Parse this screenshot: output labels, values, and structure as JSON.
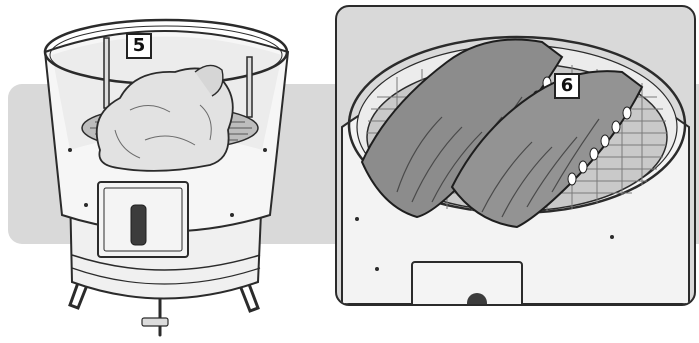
{
  "steps": [
    {
      "number": "5",
      "content": "whole-chicken-on-grill-grate"
    },
    {
      "number": "6",
      "content": "two-rib-racks-on-top-grill-grate"
    }
  ],
  "colors": {
    "background_band": "#d9d9d9",
    "outline": "#2b2b2b",
    "smoker_body": "#f4f4f4",
    "meat": "#8c8c8c"
  },
  "icons": [
    "smoker-icon",
    "chicken-icon",
    "ribs-icon"
  ]
}
